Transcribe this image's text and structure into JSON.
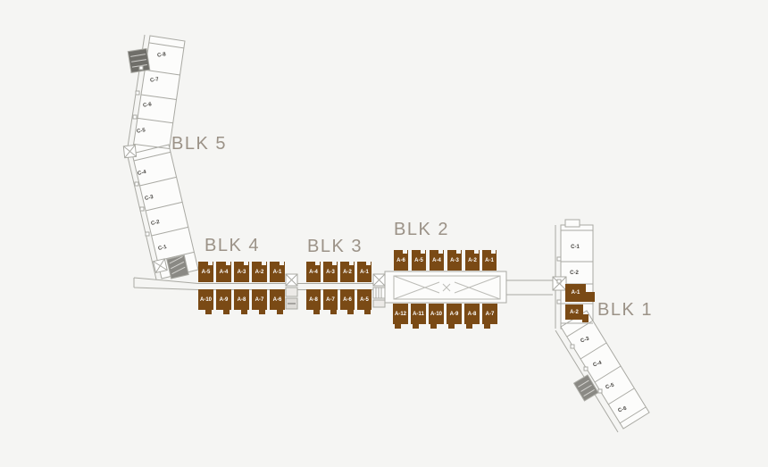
{
  "blocks": {
    "blk5": {
      "label": "BLK 5",
      "units": [
        "C-8",
        "C-7",
        "C-6",
        "C-5",
        "C-4",
        "C-3",
        "C-2",
        "C-1"
      ]
    },
    "blk4": {
      "label": "BLK 4",
      "top": [
        "A-5",
        "A-4",
        "A-3",
        "A-2",
        "A-1"
      ],
      "bottom": [
        "A-10",
        "A-9",
        "A-8",
        "A-7",
        "A-6"
      ]
    },
    "blk3": {
      "label": "BLK 3",
      "top": [
        "A-4",
        "A-3",
        "A-2",
        "A-1"
      ],
      "bottom": [
        "A-8",
        "A-7",
        "A-6",
        "A-5"
      ]
    },
    "blk2": {
      "label": "BLK 2",
      "top": [
        "A-6",
        "A-5",
        "A-4",
        "A-3",
        "A-2",
        "A-1"
      ],
      "bottom": [
        "A-12",
        "A-11",
        "A-10",
        "A-9",
        "A-8",
        "A-7"
      ]
    },
    "blk1": {
      "label": "BLK 1",
      "upper_units": [
        "C-1",
        "C-2"
      ],
      "brown_units": [
        "A-1",
        "A-2"
      ],
      "lower_units": [
        "C-3",
        "C-4",
        "C-5",
        "C-6"
      ]
    }
  },
  "icons": {
    "stairwell": "crossed-box",
    "lift": "hatched-box"
  },
  "colors": {
    "background": "#f5f5f3",
    "outline": "#a9a9a3",
    "highlighted_unit": "#7a4a15",
    "block_label": "#9b9287",
    "unit_label_dark": "#44423e",
    "unit_label_light": "#ffffff"
  }
}
